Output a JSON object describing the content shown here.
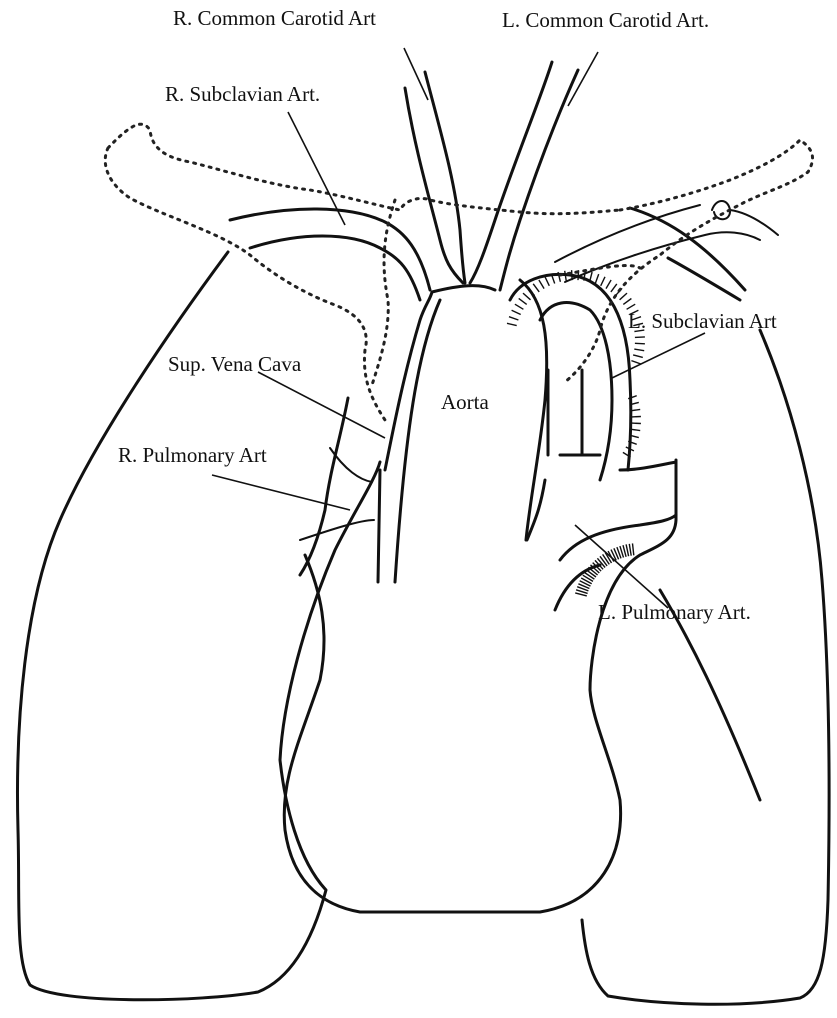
{
  "labels": {
    "r_common_carotid": "R. Common Carotid Art",
    "l_common_carotid": "L. Common Carotid Art.",
    "r_subclavian": "R. Subclavian Art.",
    "l_subclavian": "L. Subclavian Art",
    "sup_vena_cava": "Sup. Vena Cava",
    "aorta": "Aorta",
    "r_pulmonary": "R. Pulmonary Art",
    "l_pulmonary": "L. Pulmonary Art."
  }
}
